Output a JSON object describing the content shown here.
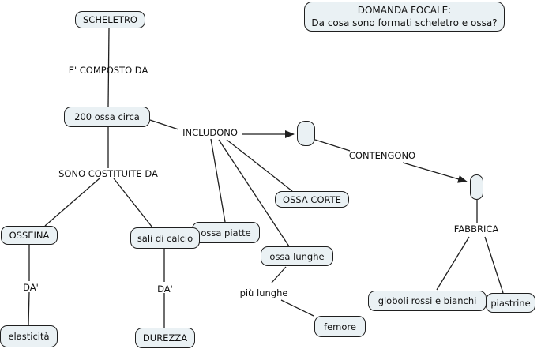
{
  "focal": {
    "title": "DOMANDA FOCALE:",
    "question": "Da cosa sono formati scheletro e ossa?"
  },
  "concepts": {
    "scheletro": "SCHELETRO",
    "ossa_200": "200 ossa circa",
    "osseina": "OSSEINA",
    "sali_di_calcio": "sali di calcio",
    "ossa_piatte": "ossa piatte",
    "ossa_corte": "OSSA CORTE",
    "ossa_lunghe": "ossa lunghe",
    "elasticita": "elasticità",
    "durezza": "DUREZZA",
    "femore": "femore",
    "globoli": "globoli rossi e bianchi",
    "piastrine": "piastrine",
    "empty_1": "",
    "empty_2": ""
  },
  "linking_phrases": {
    "composto": "E' COMPOSTO DA",
    "costituite": "SONO COSTITUITE DA",
    "includono": "INCLUDONO",
    "contengono": "CONTENGONO",
    "fabbrica": "FABBRICA",
    "da_osseina": "DA'",
    "da_sali": "DA'",
    "piu_lunghe": "più lunghe"
  },
  "colors": {
    "background": "#ffffff",
    "node_fill": "#eaf1f4",
    "node_border": "#1f1f1f",
    "line": "#1f1f1f",
    "text": "#111111"
  }
}
